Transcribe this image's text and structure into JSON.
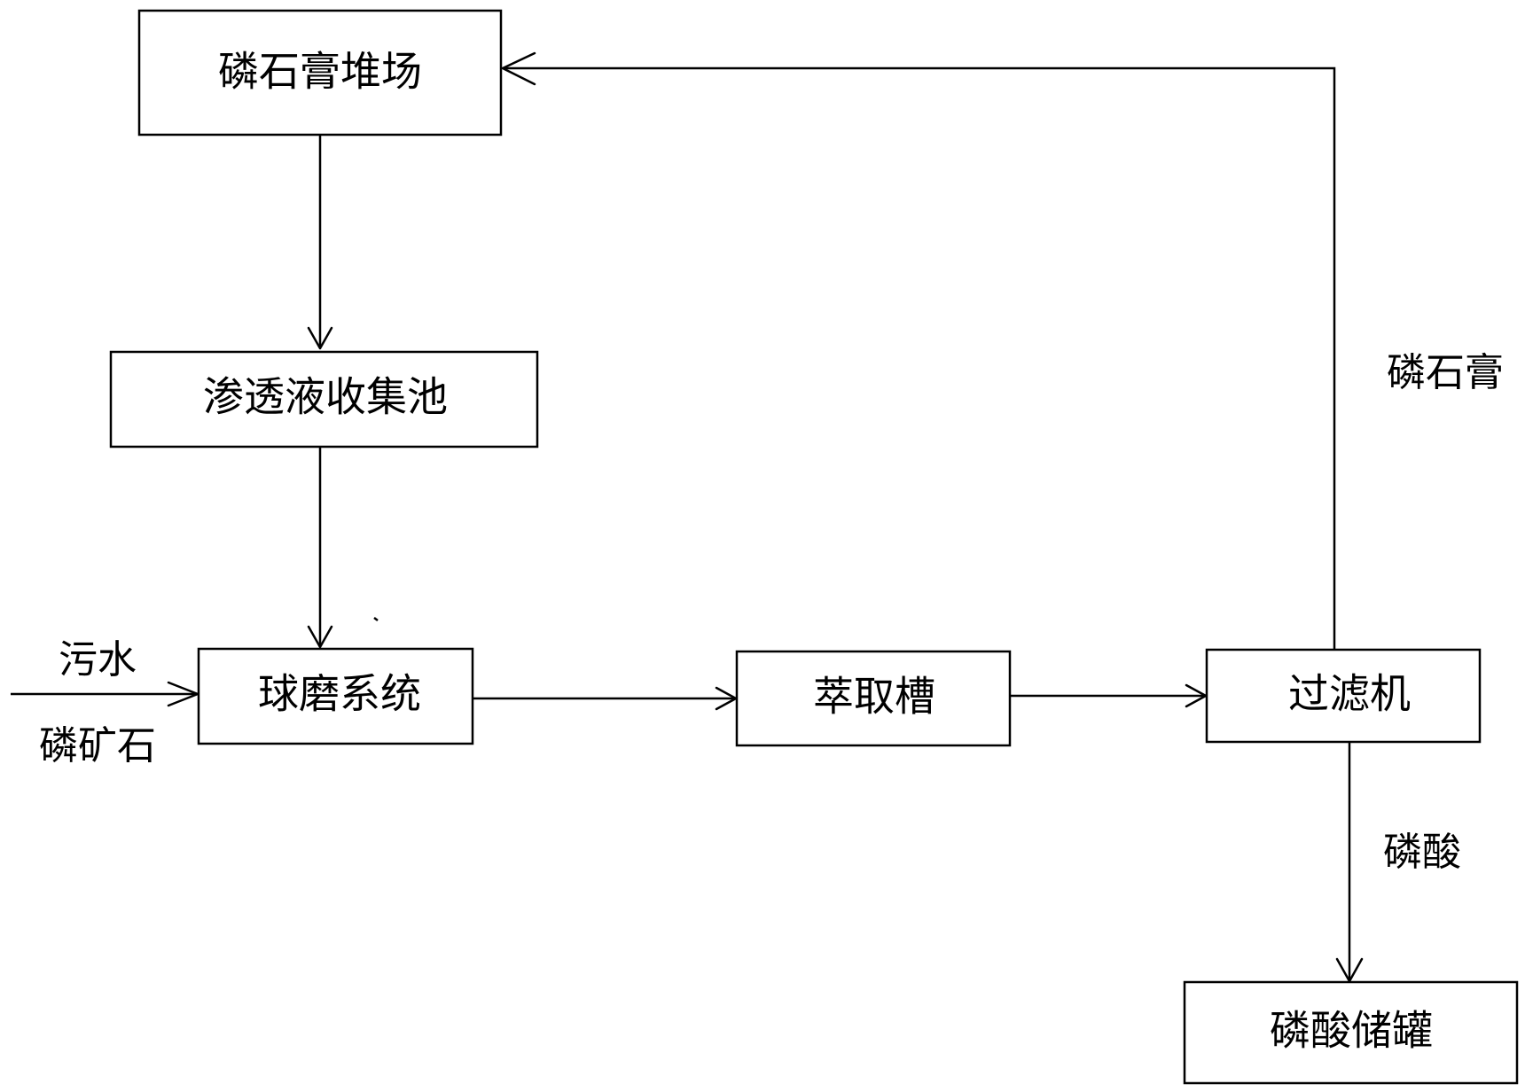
{
  "nodes": {
    "stockyard": "磷石膏堆场",
    "leachate_pool": "渗透液收集池",
    "ball_mill": "球磨系统",
    "extraction_tank": "萃取槽",
    "filter": "过滤机",
    "acid_tank": "磷酸储罐"
  },
  "inputs": {
    "sewage": "污水",
    "phosphate_rock": "磷矿石"
  },
  "edge_labels": {
    "gypsum_return": "磷石膏",
    "phosphoric_acid": "磷酸"
  }
}
